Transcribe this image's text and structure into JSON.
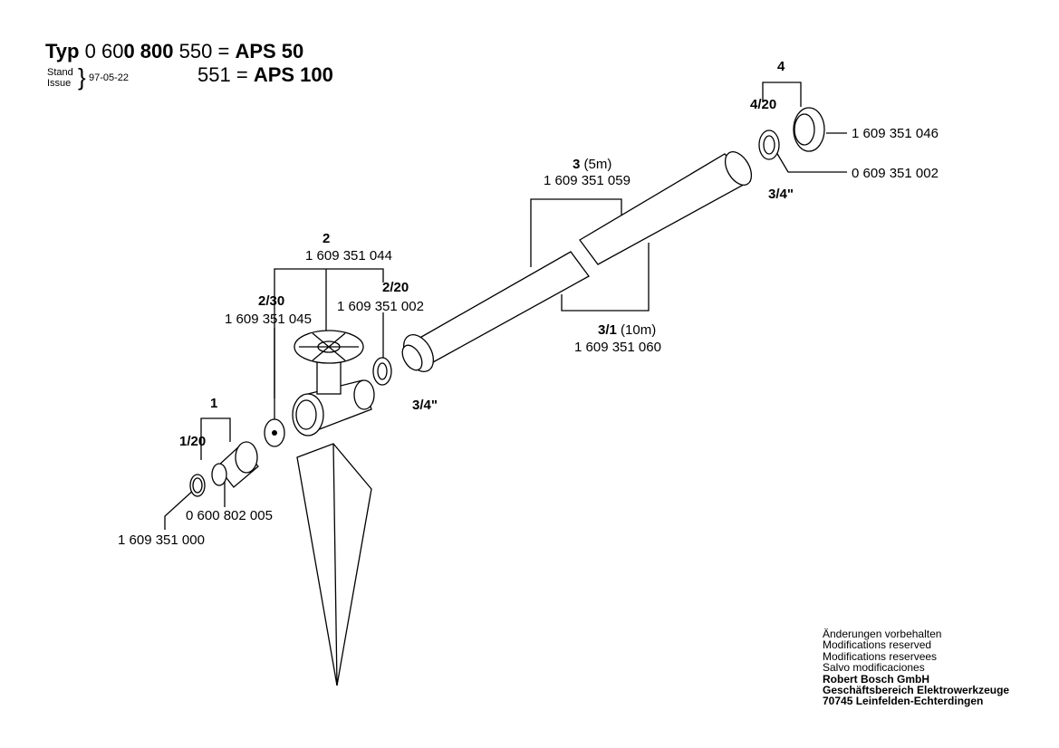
{
  "header": {
    "typ": "Typ",
    "num_prefix": "0 60",
    "num_bold": "0 800",
    "num_550": "550",
    "eq": "=",
    "model_50": "APS 50",
    "num_551": "551",
    "model_100": "APS 100",
    "stand": "Stand",
    "issue": "Issue",
    "brace": "}",
    "date": "97-05-22"
  },
  "parts": {
    "p4": "4",
    "p4_20": "4/20",
    "p4_num": "1 609 351 046",
    "p4_20_num": "0 609 351 002",
    "thread_top": "3/4\"",
    "p3": "3",
    "p3_len": "(5m)",
    "p3_num": "1 609 351 059",
    "p3_1": "3/1",
    "p3_1_len": "(10m)",
    "p3_1_num": "1 609 351 060",
    "p2": "2",
    "p2_num": "1 609 351 044",
    "p2_30": "2/30",
    "p2_30_num": "1 609 351 045",
    "p2_20": "2/20",
    "p2_20_num": "1 609 351 002",
    "thread_mid": "3/4\"",
    "p1": "1",
    "p1_20": "1/20",
    "p1_num": "0 600 802 005",
    "p1_20_num": "1 609 351 000"
  },
  "footer": {
    "l1": "Änderungen vorbehalten",
    "l2": "Modifications reserved",
    "l3": "Modifications reservees",
    "l4": "Salvo modificaciones",
    "l5": "Robert Bosch GmbH",
    "l6": "Geschäftsbereich Elektrowerkzeuge",
    "l7": "70745 Leinfelden-Echterdingen"
  }
}
